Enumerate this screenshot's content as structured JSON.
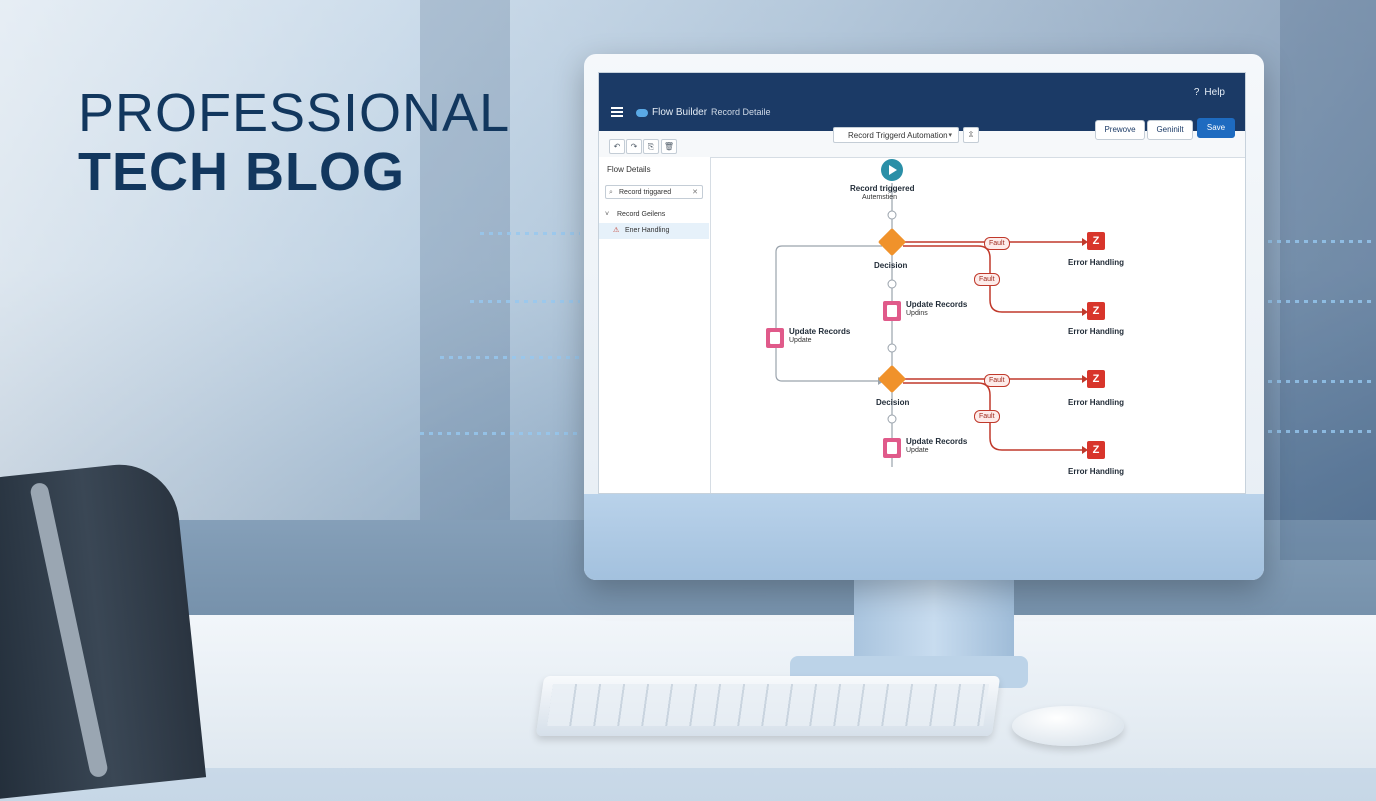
{
  "headline": {
    "line1": "PROFESSIONAL",
    "line2": "TECH BLOG"
  },
  "app": {
    "title": "Flow Builder",
    "record_title": "Record Detaile",
    "help": "Help",
    "help_glyph": "?"
  },
  "toolbar": {
    "undo": "↶",
    "redo": "↷",
    "copy": "⎘",
    "delete": "🗑",
    "flow_select": "Record Triggerd Automation",
    "upload": "⇫",
    "preview_label": "Prewove",
    "generate_label": "Geninilt",
    "save_label": "Save"
  },
  "sidebar": {
    "title": "Flow Details",
    "search_value": "Record triggared",
    "items": [
      {
        "label": "Record Geilens"
      },
      {
        "label": "Ener Handling"
      }
    ]
  },
  "flow": {
    "start_label": "Record triggered",
    "start_sub": "Autemstien",
    "decision_1": "Decision",
    "decision_2": "Decision",
    "update_1_title": "Update Records",
    "update_1_sub": "Updins",
    "update_left_title": "Update Records",
    "update_left_sub": "Update",
    "update_2_title": "Update Records",
    "update_2_sub": "Update",
    "fault_1": "Fault",
    "fault_2": "Fault",
    "fault_3": "Fault",
    "fault_4": "Fault",
    "error_1": "Error Handling",
    "error_2": "Error Handling",
    "error_3": "Error Handling",
    "error_4": "Error Handling"
  },
  "colors": {
    "brand_bar": "#1b3a66",
    "save": "#1e6bc0",
    "decision": "#f0922b",
    "error": "#d8352b",
    "update": "#e05a8a",
    "start": "#2a8fa7",
    "fault_line": "#c0392b"
  }
}
